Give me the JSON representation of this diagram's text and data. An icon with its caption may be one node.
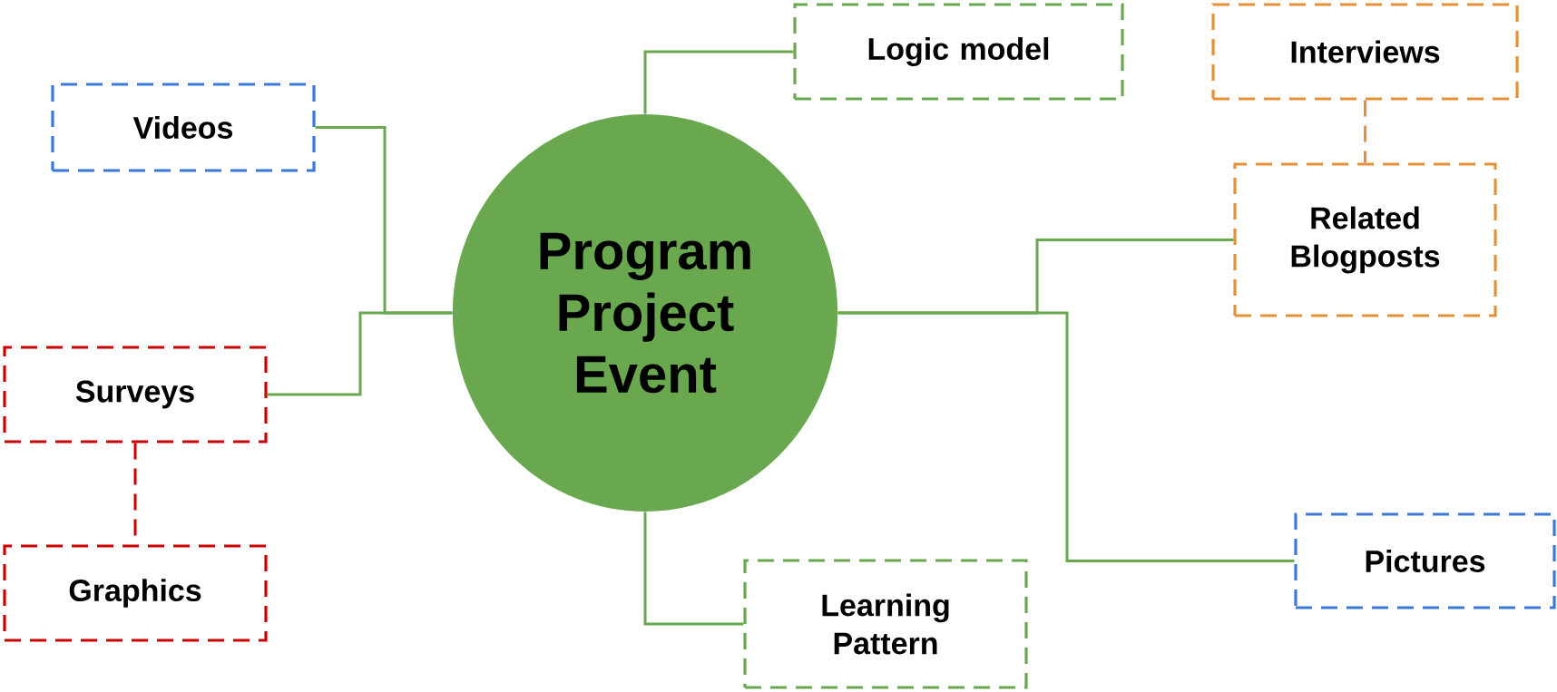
{
  "diagram": {
    "nodes": [
      {
        "text": [
          "Program Project Event"
        ]
      },
      {
        "text": [
          "Videos"
        ]
      },
      {
        "text": [
          "Surveys"
        ]
      },
      {
        "text": [
          "Graphics"
        ]
      },
      {
        "text": [
          "Logic model"
        ]
      },
      {
        "text": [
          "Interviews"
        ]
      },
      {
        "text": [
          "Related Blogposts"
        ]
      },
      {
        "text": [
          "Pictures"
        ]
      },
      {
        "text": [
          "Learning Pattern"
        ]
      }
    ],
    "edges": [
      {
        "from": 0,
        "to": 1,
        "arrow": "none"
      },
      {
        "from": 0,
        "to": 2,
        "arrow": "none"
      },
      {
        "from": 2,
        "to": 3,
        "arrow": "none",
        "style": "dashed",
        "color": "#cc0000"
      },
      {
        "from": 0,
        "to": 4,
        "arrow": "none"
      },
      {
        "from": 5,
        "to": 6,
        "arrow": "none",
        "style": "dashed",
        "color": "#e69138"
      },
      {
        "from": 0,
        "to": 6,
        "arrow": "none"
      },
      {
        "from": 0,
        "to": 7,
        "arrow": "none"
      },
      {
        "from": 0,
        "to": 8,
        "arrow": "none"
      }
    ]
  }
}
